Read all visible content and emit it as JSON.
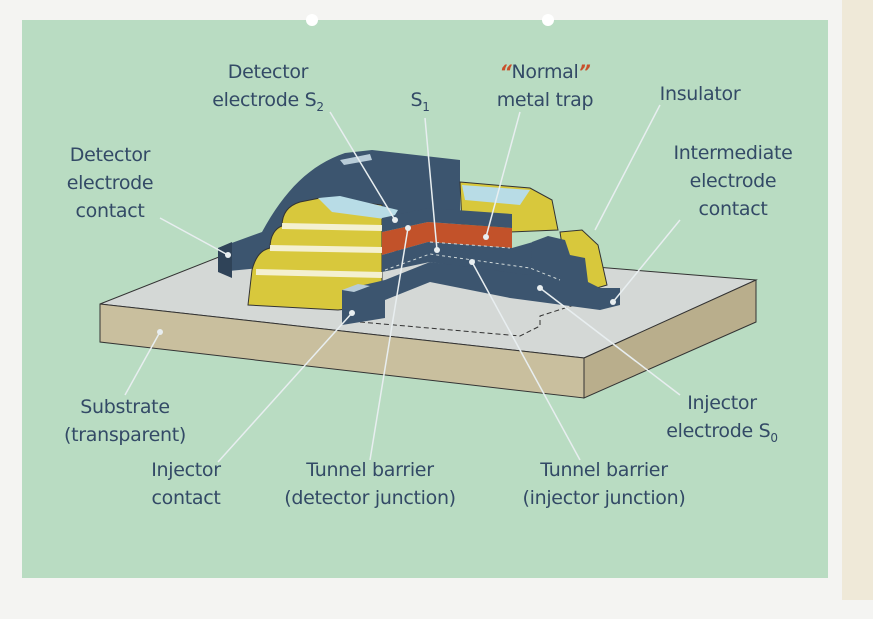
{
  "labels": {
    "detector_electrode_s2": {
      "line1": "Detector",
      "line2": "electrode S",
      "sub": "2"
    },
    "s1": {
      "text": "S",
      "sub": "1"
    },
    "normal_metal_trap": {
      "quote_open": "“",
      "line1": "Normal",
      "quote_close": "”",
      "line2": "metal trap"
    },
    "insulator": "Insulator",
    "detector_electrode_contact": [
      "Detector",
      "electrode",
      "contact"
    ],
    "intermediate_electrode_contact": [
      "Intermediate",
      "electrode",
      "contact"
    ],
    "substrate": [
      "Substrate",
      "(transparent)"
    ],
    "injector_electrode_s0": {
      "line1": "Injector",
      "line2": "electrode S",
      "sub": "0"
    },
    "injector_contact": [
      "Injector",
      "contact"
    ],
    "tunnel_barrier_detector": [
      "Tunnel barrier",
      "(detector junction)"
    ],
    "tunnel_barrier_injector": [
      "Tunnel barrier",
      "(injector junction)"
    ]
  },
  "colors": {
    "background": "#b9dcc2",
    "electrode": "#3c556f",
    "insulator": "#d6c43a",
    "trap": "#c2522a",
    "substrate_top": "#d2d6d4",
    "substrate_side": "#c9bf9e",
    "text": "#334a66"
  }
}
